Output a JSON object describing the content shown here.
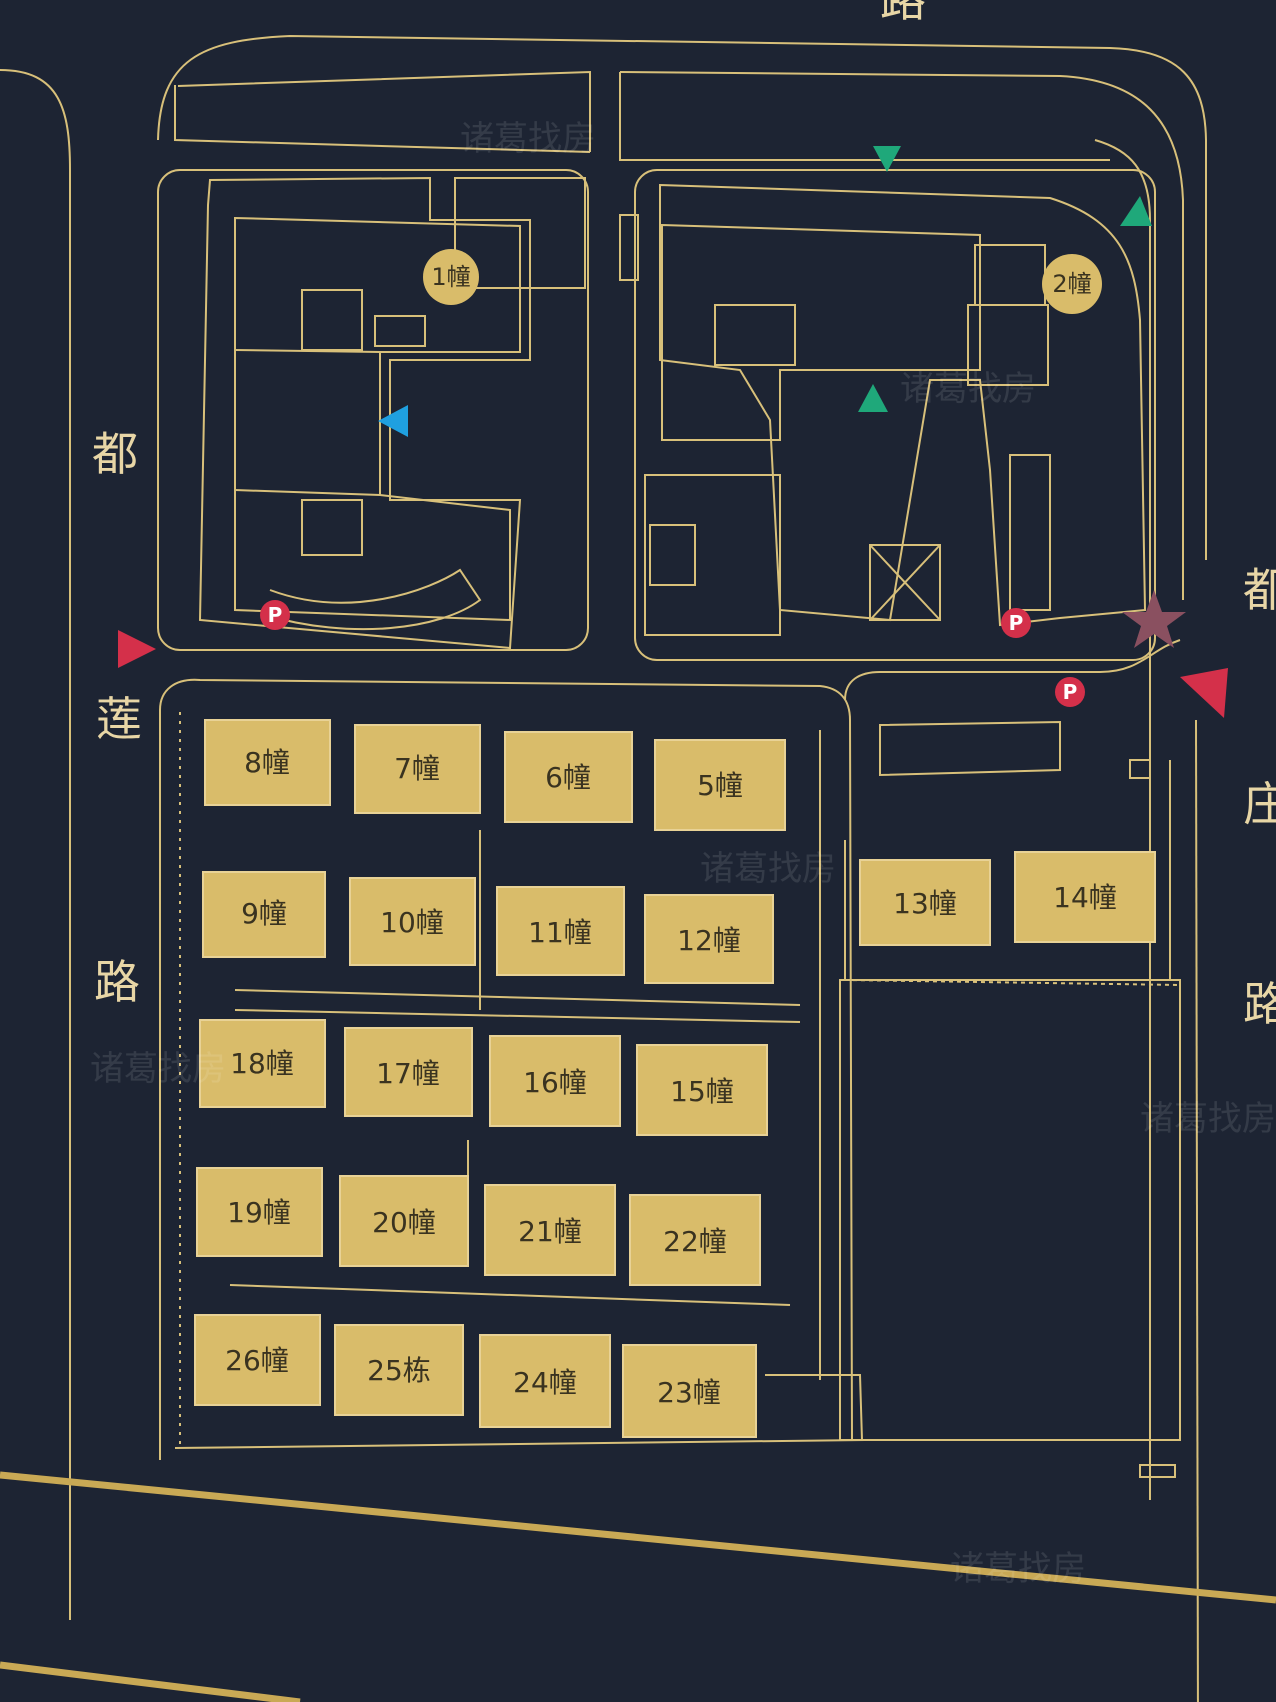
{
  "roads": {
    "top": "路",
    "left": [
      "都",
      "莲",
      "路"
    ],
    "right": [
      "都",
      "庄",
      "路"
    ]
  },
  "towers": {
    "tower_1": "1幢",
    "tower_2": "2幢"
  },
  "buildings": {
    "b5": "5幢",
    "b6": "6幢",
    "b7": "7幢",
    "b8": "8幢",
    "b9": "9幢",
    "b10": "10幢",
    "b11": "11幢",
    "b12": "12幢",
    "b13": "13幢",
    "b14": "14幢",
    "b15": "15幢",
    "b16": "16幢",
    "b17": "17幢",
    "b18": "18幢",
    "b19": "19幢",
    "b20": "20幢",
    "b21": "21幢",
    "b22": "22幢",
    "b23": "23幢",
    "b24": "24幢",
    "b25": "25栋",
    "b26": "26幢"
  },
  "parking": {
    "label": "P"
  },
  "watermark": {
    "text": "诸葛找房"
  },
  "colors": {
    "background": "#1d2433",
    "line_gold": "#d8c07a",
    "building_fill": "#d9bc6a",
    "entrance_red": "#d4304a",
    "entrance_green": "#1fa87a",
    "entrance_blue": "#1fa0e0",
    "star_mauve": "#8a5060"
  },
  "icons": {
    "parking": "parking-icon",
    "entrance": "entrance-arrow-icon",
    "location": "star-icon"
  }
}
